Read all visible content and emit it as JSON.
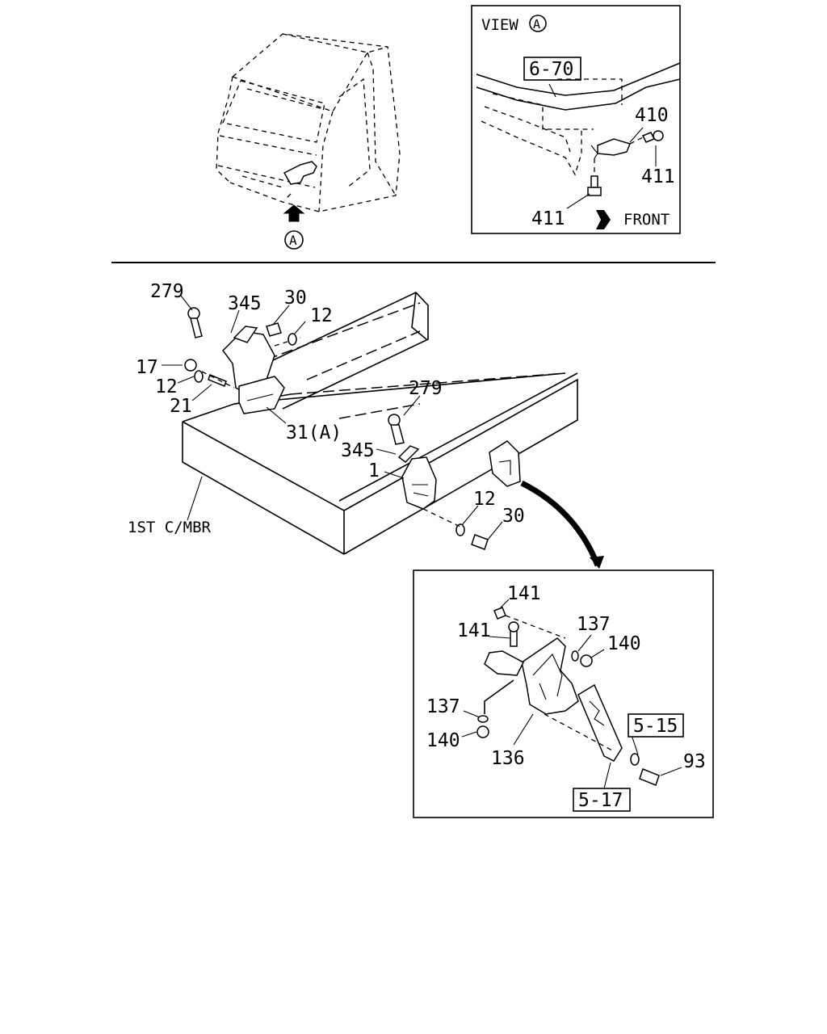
{
  "cab_view": {
    "view_marker": "A"
  },
  "view_a": {
    "title": "VIEW",
    "title_marker": "A",
    "ref_box": "6-70",
    "labels": [
      "410",
      "411",
      "411"
    ],
    "front_label": "FRONT"
  },
  "main": {
    "labels": {
      "l279a": "279",
      "l345a": "345",
      "l30a": "30",
      "l12a": "12",
      "l17": "17",
      "l12b": "12",
      "l21": "21",
      "l31a": "31(A)",
      "l279b": "279",
      "l345b": "345",
      "l1": "1",
      "l12c": "12",
      "l30b": "30",
      "member": "1ST C/MBR"
    }
  },
  "detail": {
    "labels": {
      "l141a": "141",
      "l141b": "141",
      "l137a": "137",
      "l140a": "140",
      "l137b": "137",
      "l140b": "140",
      "l136": "136",
      "l93": "93"
    },
    "ref_box_a": "5-15",
    "ref_box_b": "5-17"
  }
}
